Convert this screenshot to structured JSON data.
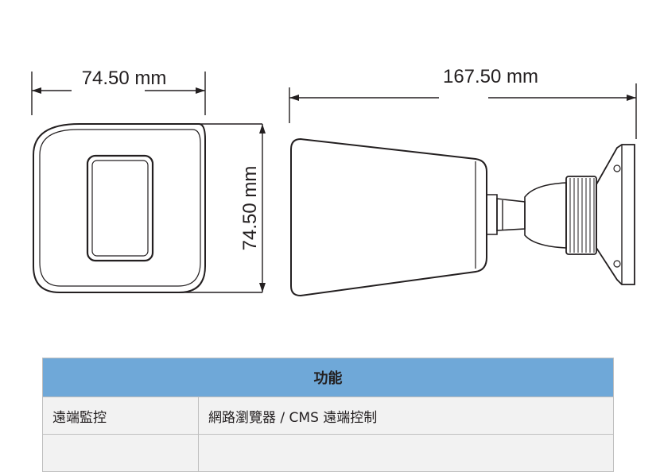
{
  "dimensions": {
    "front_width": "74.50 mm",
    "front_height": "74.50 mm",
    "side_length": "167.50 mm"
  },
  "table": {
    "header": "功能",
    "rows": [
      {
        "label": "遠端監控",
        "value": "網路瀏覽器 / CMS 遠端控制"
      },
      {
        "label": "",
        "value": ""
      }
    ]
  }
}
